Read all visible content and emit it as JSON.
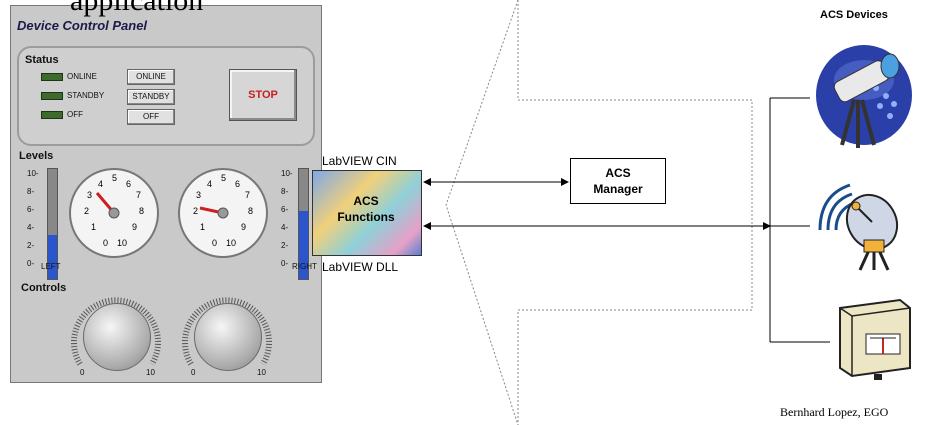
{
  "title": "application",
  "panel": {
    "title": "Device Control Panel",
    "status": {
      "label": "Status",
      "leds": [
        "ONLINE",
        "STANDBY",
        "OFF"
      ],
      "buttons": [
        "ONLINE",
        "STANDBY",
        "OFF"
      ],
      "stop": "STOP"
    },
    "levels": {
      "label": "Levels",
      "scale": [
        "10-",
        "8-",
        "6-",
        "4-",
        "2-",
        "0-"
      ],
      "left_label": "LEFT",
      "right_label": "RIGHT",
      "left_level": 0.4,
      "right_level": 0.62,
      "dial_ticks": [
        "1",
        "2",
        "3",
        "4",
        "5",
        "6",
        "7",
        "8",
        "9",
        "0",
        "10"
      ]
    },
    "controls": {
      "label": "Controls",
      "min": "0",
      "max": "10"
    }
  },
  "diagram": {
    "labview_cin": "LabVIEW CIN",
    "labview_dll": "LabVIEW DLL",
    "acs_functions": [
      "ACS",
      "Functions"
    ],
    "acs_manager": [
      "ACS",
      "Manager"
    ],
    "devices_title": "ACS Devices",
    "device_icons": [
      "telescope-icon",
      "satellite-dish-icon",
      "power-meter-icon"
    ]
  },
  "credit": "Bernhard Lopez, EGO",
  "colors": {
    "panel_bg": "#c9c9c9",
    "led_green": "#3e6a2e",
    "meter_blue": "#2a55cc",
    "stop_red": "#c62020",
    "needle_red": "#cc1f1f"
  }
}
